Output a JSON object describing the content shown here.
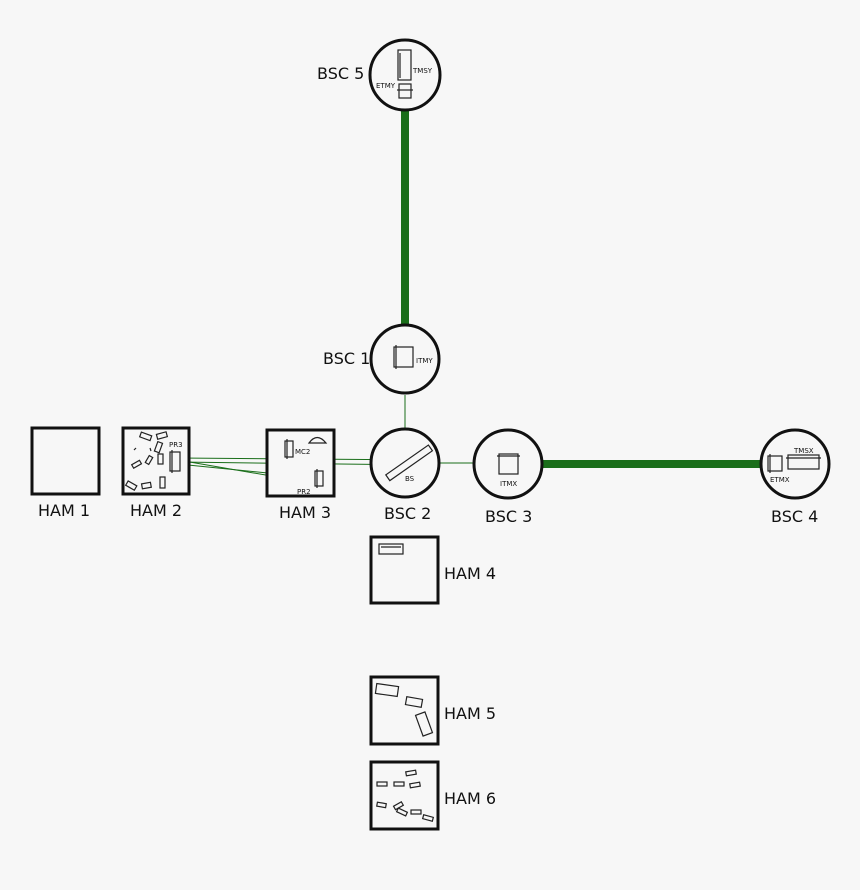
{
  "colors": {
    "background": "#f7f7f7",
    "chamber_outline": "#111111",
    "beam": "#1a6e1a"
  },
  "chambers": {
    "bsc5": "BSC 5",
    "bsc1": "BSC 1",
    "bsc2": "BSC 2",
    "bsc3": "BSC 3",
    "bsc4": "BSC 4",
    "ham1": "HAM 1",
    "ham2": "HAM 2",
    "ham3": "HAM 3",
    "ham4": "HAM 4",
    "ham5": "HAM 5",
    "ham6": "HAM 6"
  },
  "optics": {
    "tmsy": "TMSY",
    "etmy": "ETMY",
    "itmy": "ITMY",
    "bs": "BS",
    "itmx": "ITMX",
    "etmx": "ETMX",
    "tmsx": "TMSX",
    "pr3": "PR3",
    "mc2": "MC2",
    "pr2": "PR2"
  }
}
